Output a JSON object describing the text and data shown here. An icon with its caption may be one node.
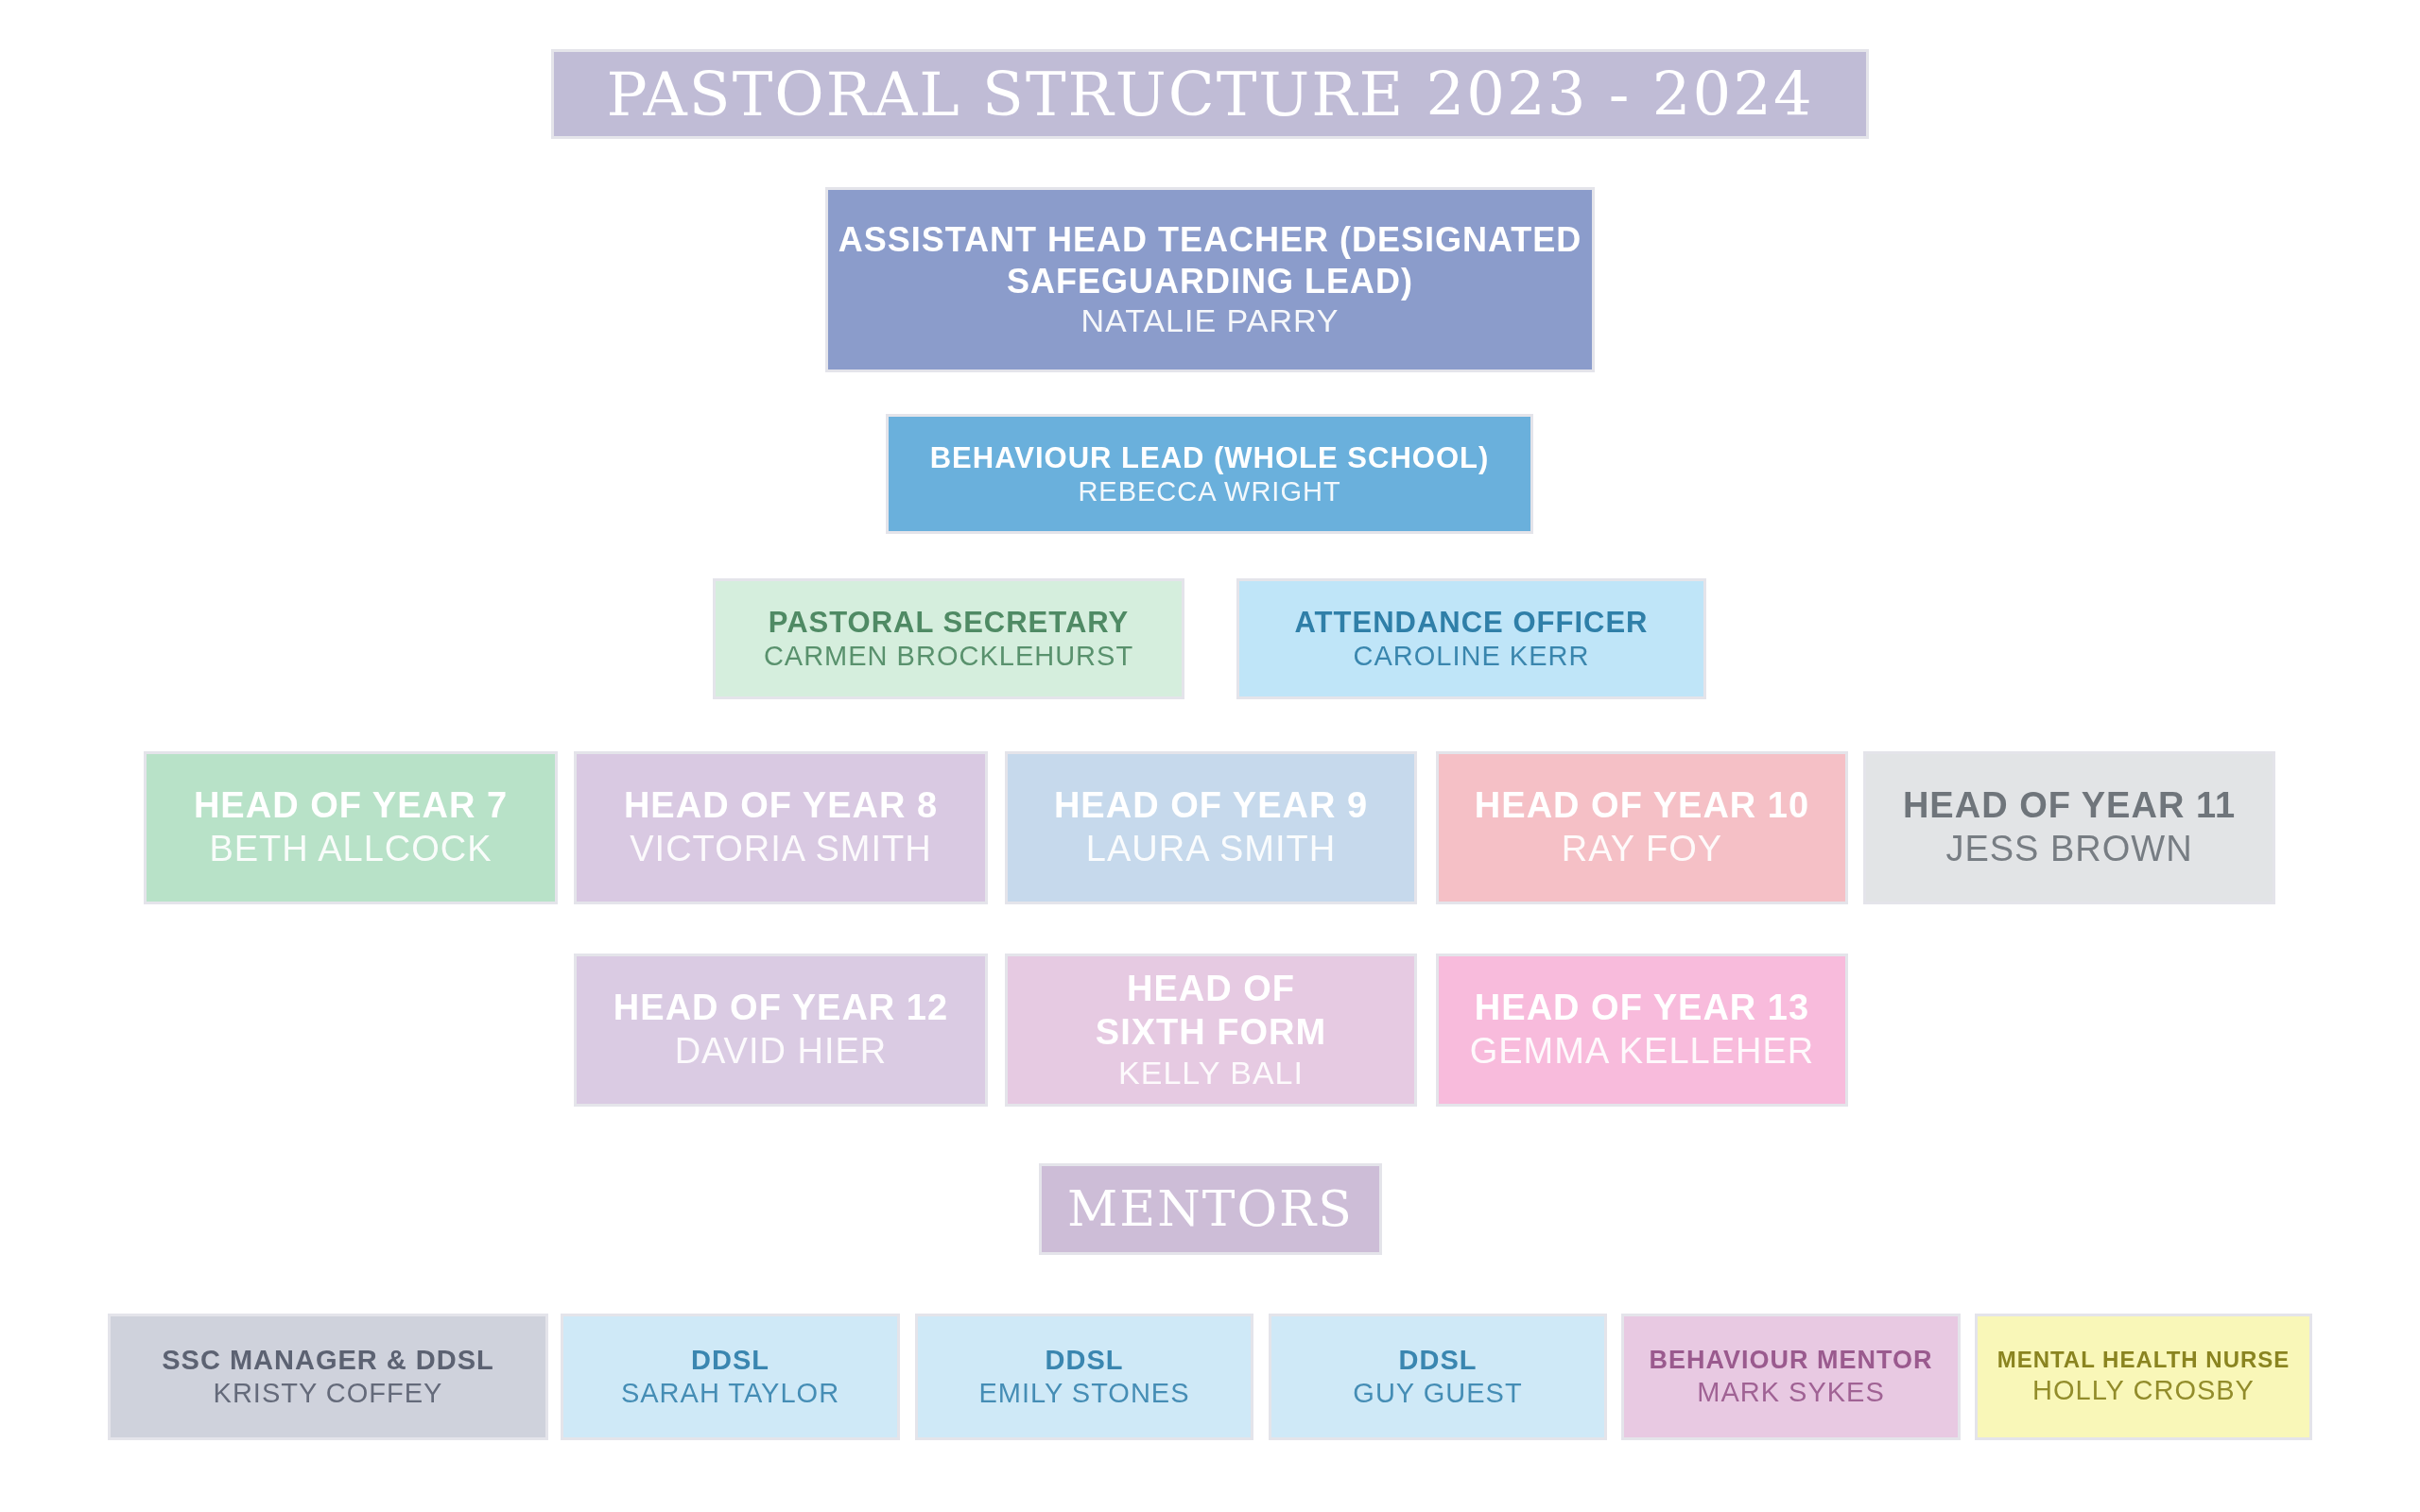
{
  "diagram": {
    "title": "PASTORAL STRUCTURE 2023 - 2024",
    "nodes": [
      {
        "text": [
          "ASSISTANT HEAD TEACHER (DESIGNATED SAFEGUARDING LEAD)",
          "NATALIE PARRY"
        ]
      },
      {
        "text": [
          "BEHAVIOUR LEAD (WHOLE SCHOOL)",
          "REBECCA WRIGHT"
        ]
      },
      {
        "text": [
          "PASTORAL SECRETARY",
          "CARMEN BROCKLEHURST"
        ]
      },
      {
        "text": [
          "ATTENDANCE OFFICER",
          "CAROLINE KERR"
        ]
      },
      {
        "text": [
          "HEAD OF YEAR 7",
          "BETH ALLCOCK"
        ]
      },
      {
        "text": [
          "HEAD OF YEAR 8",
          "VICTORIA SMITH"
        ]
      },
      {
        "text": [
          "HEAD OF YEAR 9",
          "LAURA SMITH"
        ]
      },
      {
        "text": [
          "HEAD OF YEAR 10",
          "RAY FOY"
        ]
      },
      {
        "text": [
          "HEAD OF YEAR 11",
          "JESS BROWN"
        ]
      },
      {
        "text": [
          "HEAD OF YEAR 12",
          "DAVID HIER"
        ]
      },
      {
        "text": [
          "HEAD OF SIXTH FORM",
          "KELLY BALI"
        ]
      },
      {
        "text": [
          "HEAD OF YEAR 13",
          "GEMMA KELLEHER"
        ]
      },
      {
        "text": [
          "MENTORS"
        ]
      },
      {
        "text": [
          "SSC MANAGER & DDSL",
          "KRISTY COFFEY"
        ]
      },
      {
        "text": [
          "DDSL",
          "SARAH TAYLOR"
        ]
      },
      {
        "text": [
          "DDSL",
          "EMILY STONES"
        ]
      },
      {
        "text": [
          "DDSL",
          "GUY GUEST"
        ]
      },
      {
        "text": [
          "BEHAVIOUR MENTOR",
          "MARK SYKES"
        ]
      },
      {
        "text": [
          "MENTAL HEALTH NURSE",
          "HOLLY CROSBY"
        ]
      }
    ],
    "edges": []
  }
}
